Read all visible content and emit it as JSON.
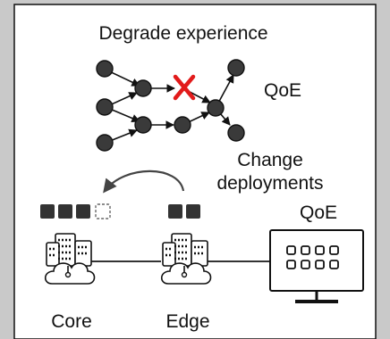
{
  "labels": {
    "degrade": "Degrade experience",
    "qoe_top": "QoE",
    "change_line1": "Change",
    "change_line2": "deployments",
    "qoe_bottom": "QoE",
    "core": "Core",
    "edge": "Edge"
  },
  "icons": {
    "failed_link": "red-x-icon",
    "datacenter": "server-rack-cloud-icon",
    "client": "monitor-icon",
    "migration": "curved-arrow-icon"
  },
  "colors": {
    "background": "#c9c9c9",
    "panel": "#ffffff",
    "node": "#3a3a3a",
    "failure": "#e21b1b"
  }
}
